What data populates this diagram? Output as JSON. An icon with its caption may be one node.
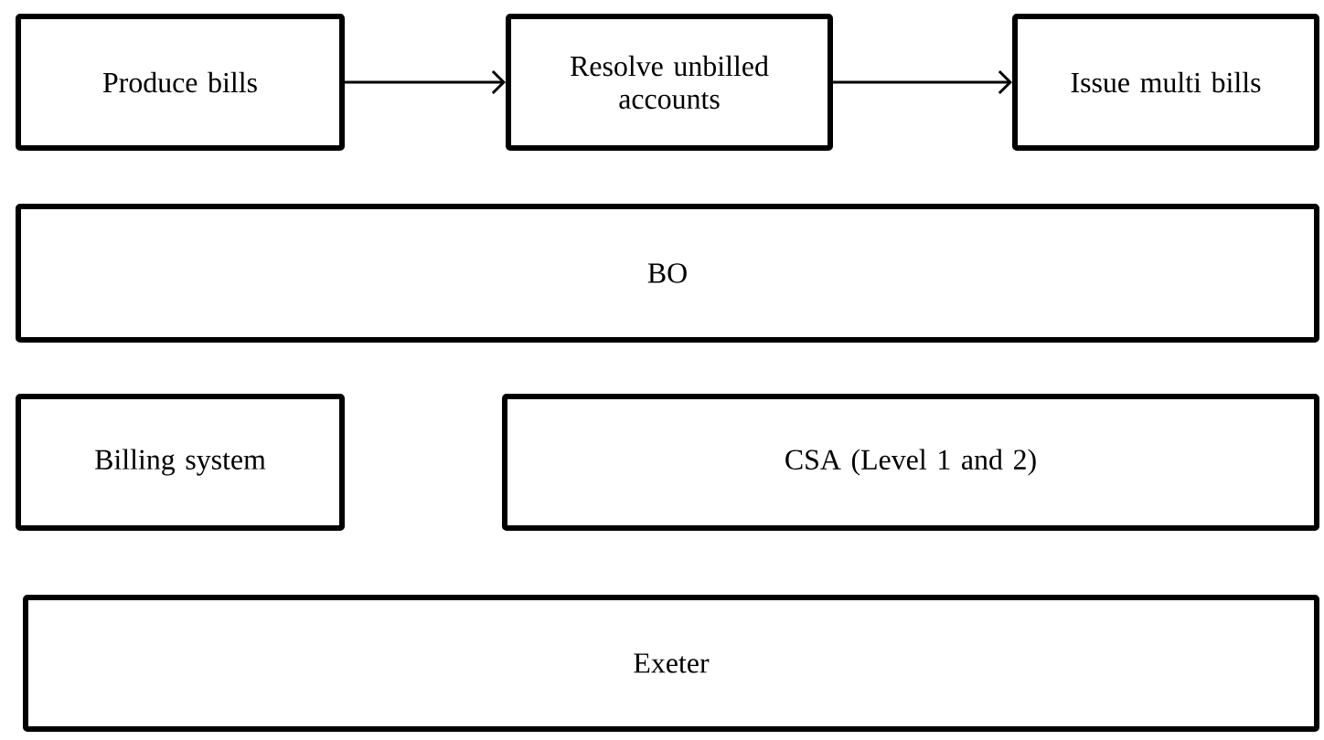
{
  "diagram": {
    "nodes": [
      {
        "text": [
          "Produce bills"
        ]
      },
      {
        "text": [
          "Resolve unbilled accounts"
        ]
      },
      {
        "text": [
          "Issue multi bills"
        ]
      },
      {
        "text": [
          "BO"
        ]
      },
      {
        "text": [
          "Billing system"
        ]
      },
      {
        "text": [
          "CSA (Level 1 and 2)"
        ]
      },
      {
        "text": [
          "Exeter"
        ]
      }
    ],
    "edges": [
      {
        "from": 0,
        "to": 1,
        "arrow": "to"
      },
      {
        "from": 1,
        "to": 2,
        "arrow": "to"
      }
    ]
  }
}
